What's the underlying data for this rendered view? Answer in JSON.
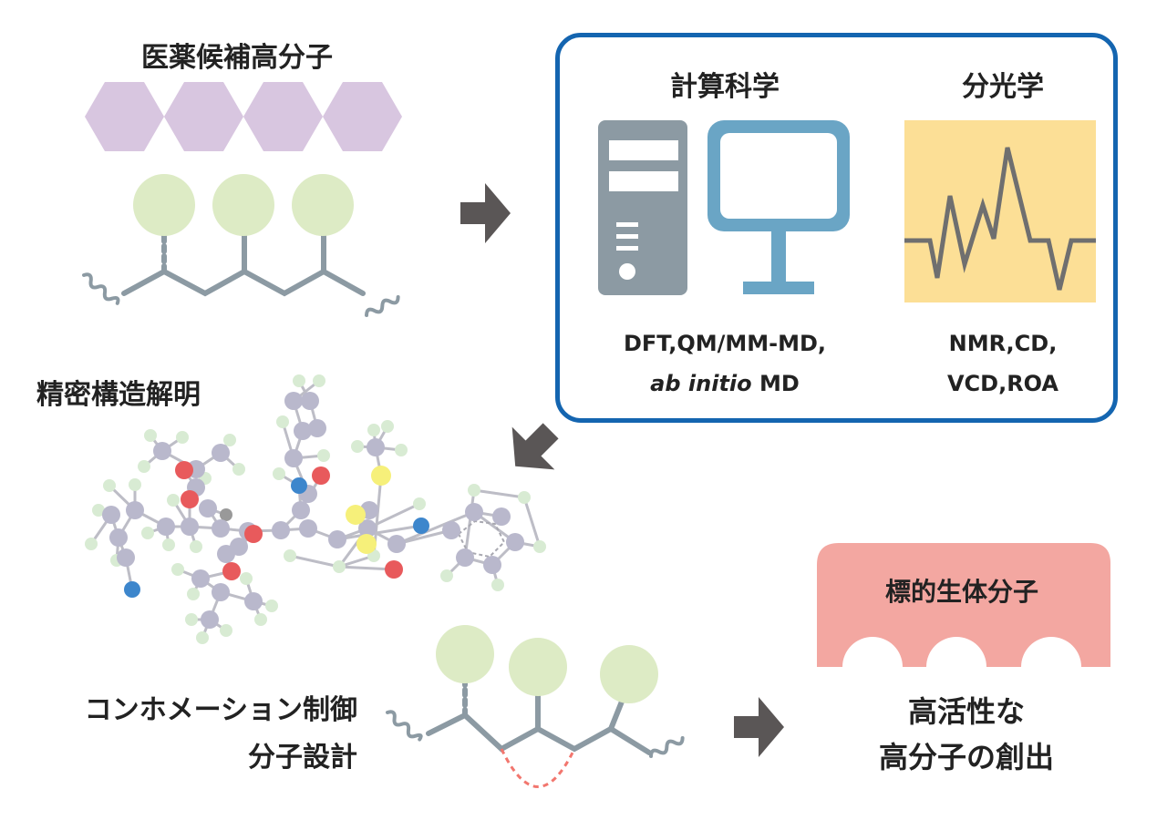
{
  "top_left": {
    "title": "医薬候補高分子"
  },
  "box": {
    "left_title": "計算科学",
    "left_methods_line1": "DFT,QM/MM-MD,",
    "left_methods_line2_italic": "ab initio",
    "left_methods_line2_rest": " MD",
    "right_title": "分光学",
    "right_methods_line1": "NMR,CD,",
    "right_methods_line2": "VCD,ROA"
  },
  "middle_left": {
    "title": "精密構造解明"
  },
  "bottom_left": {
    "line1": "コンホメーション制御",
    "line2": "分子設計"
  },
  "target": {
    "label": "標的生体分子"
  },
  "result": {
    "line1": "高活性な",
    "line2": "高分子の創出"
  },
  "colors": {
    "hexagon": "#d8c6e0",
    "pendant": "#ddebc5",
    "backbone": "#8c9aa3",
    "arrow": "#5a5656",
    "box_border": "#1465b0",
    "computer_body": "#8c9aa3",
    "monitor": "#6aa5c5",
    "spectrum_bg": "#fcdf96",
    "spectrum_line": "#6f6f6f",
    "target_fill": "#f3a7a1",
    "loop_dash": "#f2766e",
    "atom_carbon": "#b9b8cc",
    "atom_hydrogen": "#d8ebd3",
    "atom_oxygen": "#e85a5c",
    "atom_nitrogen": "#3d86cc",
    "atom_sulfur": "#f6f07a",
    "atom_other": "#999999"
  }
}
